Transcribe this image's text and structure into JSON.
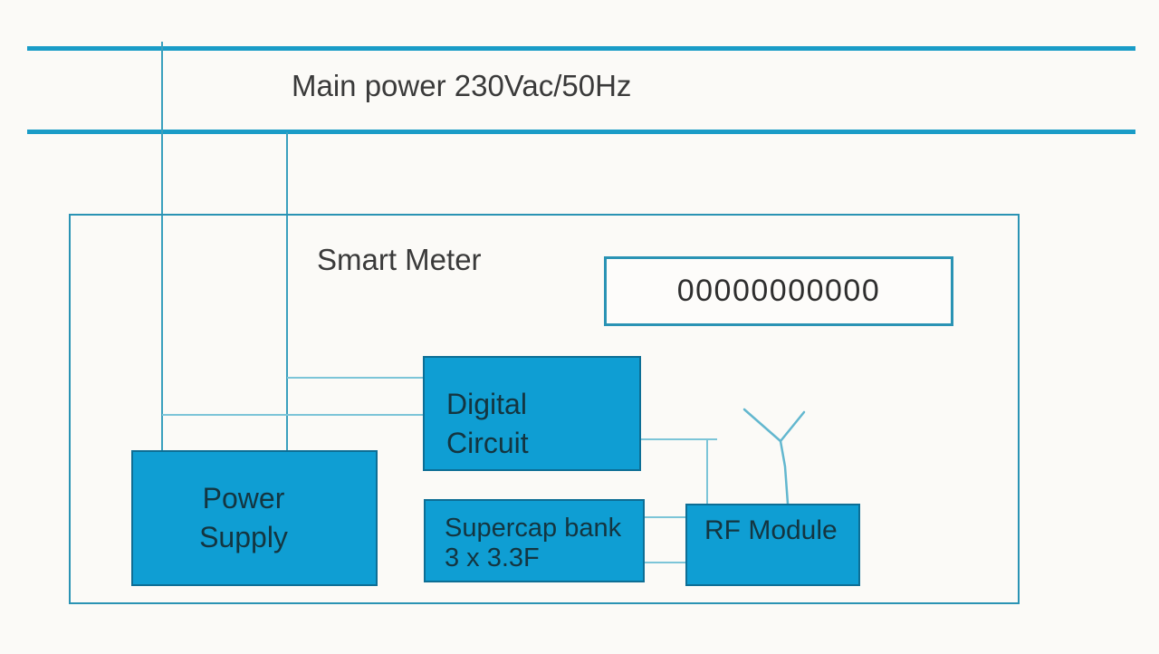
{
  "colors": {
    "bg": "#fbfaf7",
    "box-fill": "#0f9ed3",
    "box-border": "#0d6e95",
    "mains": "#1a9cc7",
    "outline": "#2a93b4",
    "feed-line": "#3aa0be",
    "conn-line": "#7cc5d8",
    "antenna-line": "#62b7cf",
    "label-dark": "#3a3a3a",
    "box-text": "#143540",
    "display-text": "#2e2e2e"
  },
  "main_power": {
    "label": "Main power 230Vac/50Hz"
  },
  "smart_meter": {
    "title": "Smart Meter",
    "display_value": "00000000000",
    "blocks": {
      "digital_circuit": {
        "line1": "Digital",
        "line2": "Circuit"
      },
      "power_supply": {
        "line1": "Power",
        "line2": "Supply"
      },
      "supercap_bank": {
        "line1": "Supercap bank",
        "line2": "3 x 3.3F"
      },
      "rf_module": {
        "label": "RF Module"
      }
    },
    "icons": {
      "antenna": "antenna-icon"
    }
  }
}
